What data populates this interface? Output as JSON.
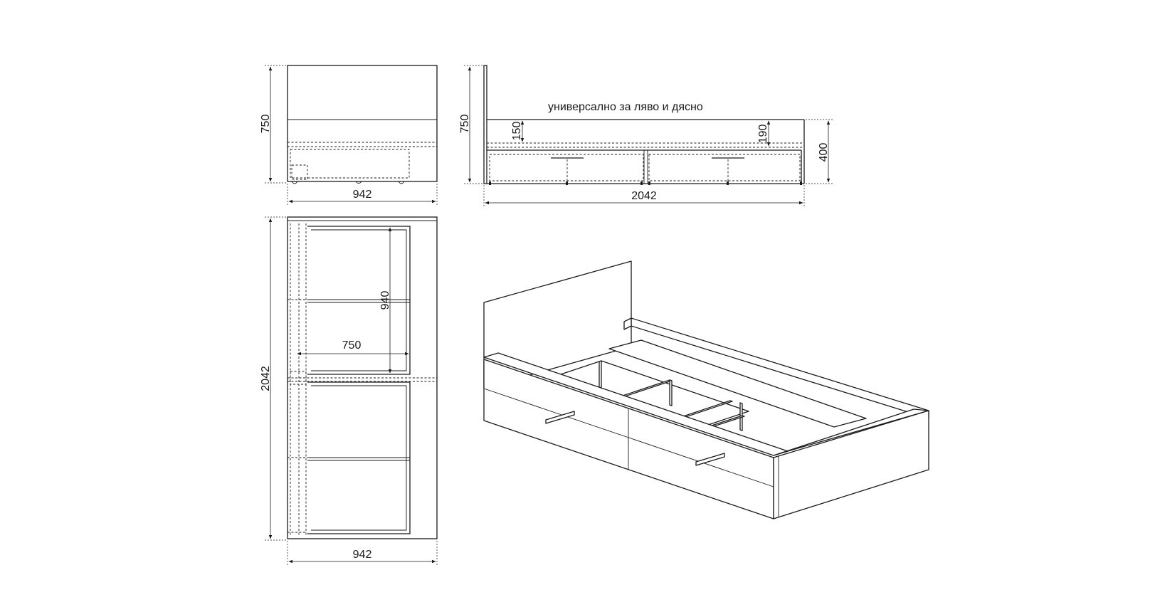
{
  "note": "универсално за ляво и дясно",
  "dimensions": {
    "front_width": "942",
    "front_height": "750",
    "side_length": "2042",
    "side_height": "750",
    "side_bed_height": "400",
    "side_drawer_left": "150",
    "side_drawer_right": "190",
    "top_length": "2042",
    "top_width": "942",
    "inner_width": "750",
    "inner_length": "940"
  }
}
